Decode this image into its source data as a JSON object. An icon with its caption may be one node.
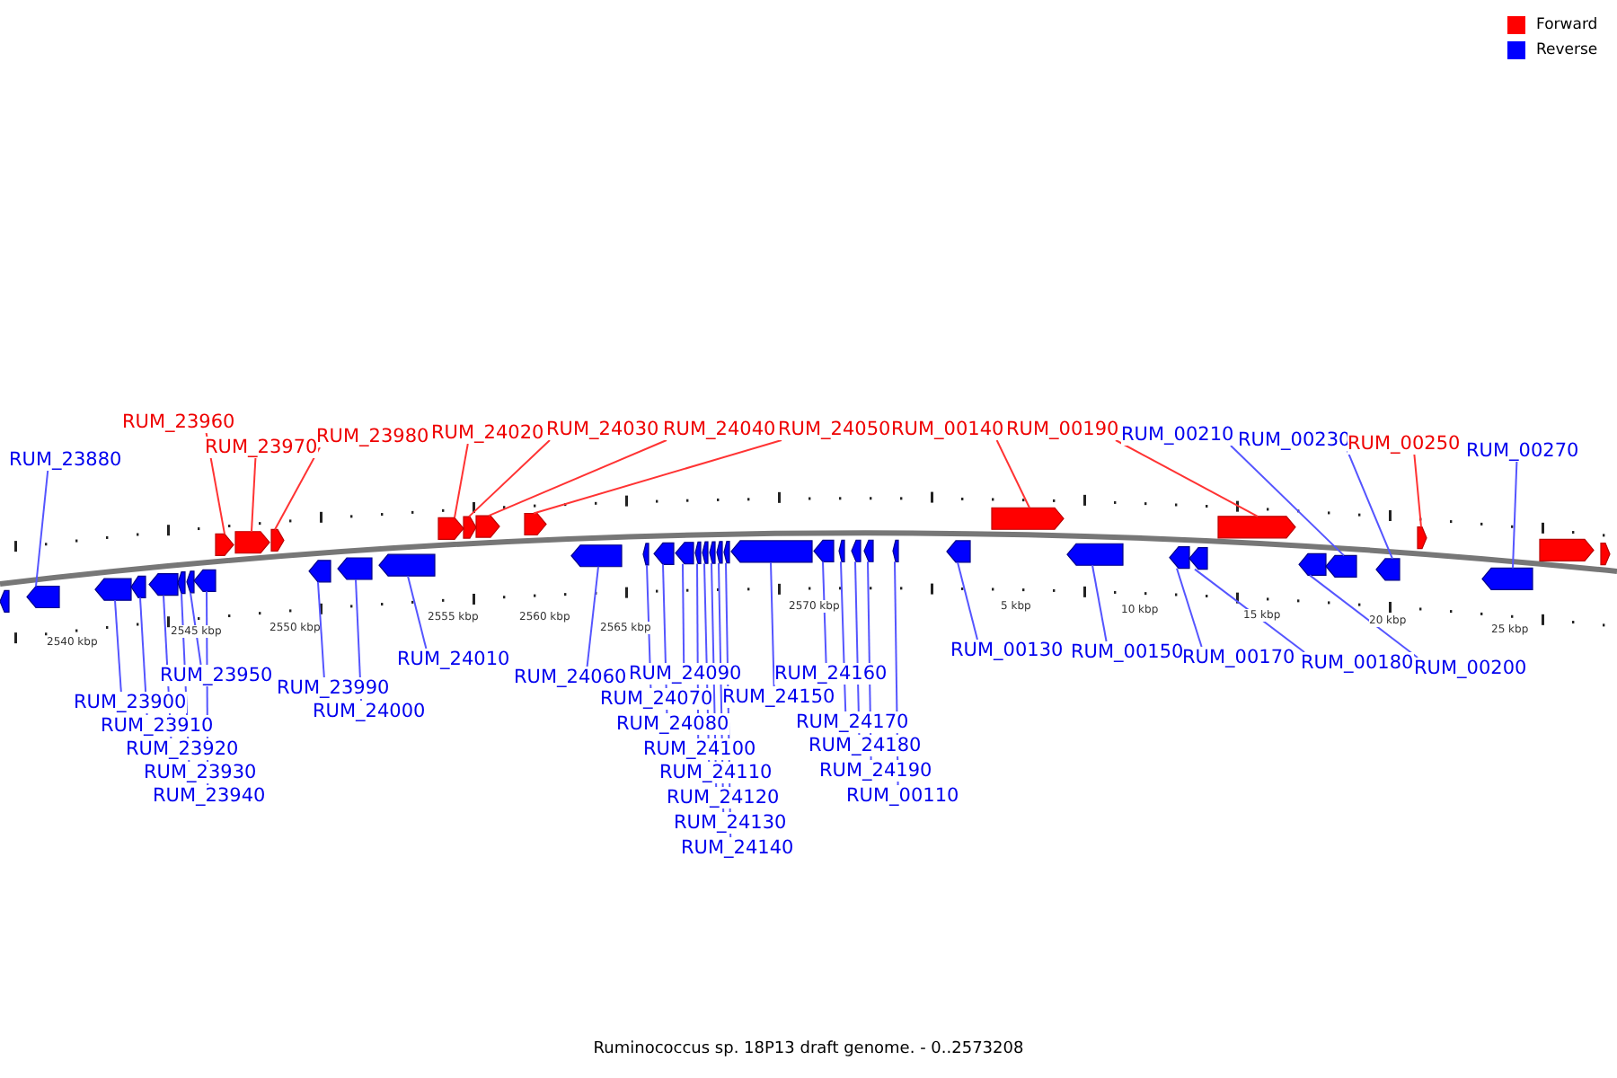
{
  "diagram": {
    "caption": "Ruminococcus sp. 18P13 draft genome. - 0..2573208",
    "nodes": [
      {
        "text": [
          "RUM_23880"
        ]
      },
      {
        "text": [
          "RUM_23960"
        ]
      },
      {
        "text": [
          "RUM_23970"
        ]
      },
      {
        "text": [
          "RUM_23980"
        ]
      },
      {
        "text": [
          "RUM_24020"
        ]
      },
      {
        "text": [
          "RUM_24030"
        ]
      },
      {
        "text": [
          "RUM_24040"
        ]
      },
      {
        "text": [
          "RUM_24050"
        ]
      },
      {
        "text": [
          "RUM_00140"
        ]
      },
      {
        "text": [
          "RUM_00190"
        ]
      },
      {
        "text": [
          "RUM_00210"
        ]
      },
      {
        "text": [
          "RUM_00230"
        ]
      },
      {
        "text": [
          "RUM_00250"
        ]
      },
      {
        "text": [
          "RUM_00270"
        ]
      },
      {
        "text": [
          "RUM_23900"
        ]
      },
      {
        "text": [
          "RUM_23910"
        ]
      },
      {
        "text": [
          "RUM_23920"
        ]
      },
      {
        "text": [
          "RUM_23930"
        ]
      },
      {
        "text": [
          "RUM_23940"
        ]
      },
      {
        "text": [
          "RUM_23950"
        ]
      },
      {
        "text": [
          "RUM_23990"
        ]
      },
      {
        "text": [
          "RUM_24000"
        ]
      },
      {
        "text": [
          "RUM_24010"
        ]
      },
      {
        "text": [
          "RUM_24060"
        ]
      },
      {
        "text": [
          "RUM_24070"
        ]
      },
      {
        "text": [
          "RUM_24080"
        ]
      },
      {
        "text": [
          "RUM_24090"
        ]
      },
      {
        "text": [
          "RUM_24100"
        ]
      },
      {
        "text": [
          "RUM_24110"
        ]
      },
      {
        "text": [
          "RUM_24120"
        ]
      },
      {
        "text": [
          "RUM_24130"
        ]
      },
      {
        "text": [
          "RUM_24140"
        ]
      },
      {
        "text": [
          "RUM_24150"
        ]
      },
      {
        "text": [
          "RUM_24160"
        ]
      },
      {
        "text": [
          "RUM_24170"
        ]
      },
      {
        "text": [
          "RUM_24180"
        ]
      },
      {
        "text": [
          "RUM_24190"
        ]
      },
      {
        "text": [
          "RUM_00110"
        ]
      },
      {
        "text": [
          "RUM_00130"
        ]
      },
      {
        "text": [
          "RUM_00150"
        ]
      },
      {
        "text": [
          "RUM_00170"
        ]
      },
      {
        "text": [
          "RUM_00180"
        ]
      },
      {
        "text": [
          "RUM_00200"
        ]
      },
      {
        "text": [],
        "shape": "box"
      },
      {
        "text": [],
        "shape": "box"
      },
      {
        "text": [],
        "shape": "box"
      },
      {
        "text": [],
        "shape": "box"
      },
      {
        "text": [],
        "shape": "box"
      },
      {
        "text": [],
        "shape": "box"
      },
      {
        "text": [],
        "shape": "box"
      },
      {
        "text": [],
        "shape": "box"
      },
      {
        "text": [],
        "shape": "box"
      },
      {
        "text": [],
        "shape": "box"
      },
      {
        "text": [],
        "shape": "box"
      },
      {
        "text": [],
        "shape": "box"
      },
      {
        "text": [],
        "shape": "box"
      },
      {
        "text": [],
        "shape": "box"
      },
      {
        "text": [],
        "shape": "box"
      },
      {
        "text": [],
        "shape": "box"
      },
      {
        "text": [],
        "shape": "box"
      },
      {
        "text": [],
        "shape": "box"
      },
      {
        "text": [],
        "shape": "box"
      },
      {
        "text": [],
        "shape": "box"
      },
      {
        "text": [],
        "shape": "box"
      },
      {
        "text": [],
        "shape": "box"
      },
      {
        "text": [],
        "shape": "box"
      },
      {
        "text": [],
        "shape": "box"
      },
      {
        "text": [],
        "shape": "box"
      },
      {
        "text": [],
        "shape": "box"
      },
      {
        "text": [],
        "shape": "box"
      },
      {
        "text": [],
        "shape": "box"
      },
      {
        "text": [],
        "shape": "box"
      },
      {
        "text": [],
        "shape": "box"
      },
      {
        "text": [],
        "shape": "box"
      },
      {
        "text": [],
        "shape": "box"
      },
      {
        "text": [],
        "shape": "box"
      },
      {
        "text": [],
        "shape": "box"
      },
      {
        "text": [],
        "shape": "box"
      },
      {
        "text": [],
        "shape": "box"
      },
      {
        "text": [],
        "shape": "box"
      },
      {
        "text": [],
        "shape": "box"
      },
      {
        "text": [],
        "shape": "box"
      },
      {
        "text": [],
        "shape": "box"
      },
      {
        "text": [],
        "shape": "box"
      },
      {
        "text": [],
        "shape": "box"
      },
      {
        "text": [],
        "shape": "box"
      },
      {
        "text": [],
        "shape": "box"
      },
      {
        "text": [],
        "shape": "box"
      },
      {
        "text": [],
        "shape": "box"
      }
    ],
    "edges": [
      {
        "from": 0,
        "to": 44,
        "arrow": "none"
      },
      {
        "from": 1,
        "to": 51,
        "arrow": "none",
        "color": "#ff3333"
      },
      {
        "from": 2,
        "to": 52,
        "arrow": "none",
        "color": "#ff3333"
      },
      {
        "from": 3,
        "to": 53,
        "arrow": "none",
        "color": "#ff3333"
      },
      {
        "from": 4,
        "to": 57,
        "arrow": "none",
        "color": "#ff3333"
      },
      {
        "from": 5,
        "to": 58,
        "arrow": "none",
        "color": "#ff3333"
      },
      {
        "from": 6,
        "to": 59,
        "arrow": "none",
        "color": "#ff3333"
      },
      {
        "from": 7,
        "to": 60,
        "arrow": "none",
        "color": "#ff3333"
      },
      {
        "from": 8,
        "to": 77,
        "arrow": "none",
        "color": "#ff3333"
      },
      {
        "from": 9,
        "to": 81,
        "arrow": "none",
        "color": "#ff3333"
      },
      {
        "from": 10,
        "to": 83,
        "arrow": "none"
      },
      {
        "from": 11,
        "to": 84,
        "arrow": "none"
      },
      {
        "from": 12,
        "to": 85,
        "arrow": "none",
        "color": "#ff3333"
      },
      {
        "from": 13,
        "to": 86,
        "arrow": "none"
      },
      {
        "from": 14,
        "to": 45,
        "arrow": "none"
      },
      {
        "from": 15,
        "to": 46,
        "arrow": "none"
      },
      {
        "from": 16,
        "to": 47,
        "arrow": "none"
      },
      {
        "from": 17,
        "to": 48,
        "arrow": "none"
      },
      {
        "from": 18,
        "to": 50,
        "arrow": "none"
      },
      {
        "from": 19,
        "to": 49,
        "arrow": "none"
      },
      {
        "from": 20,
        "to": 54,
        "arrow": "none"
      },
      {
        "from": 21,
        "to": 55,
        "arrow": "none"
      },
      {
        "from": 22,
        "to": 56,
        "arrow": "none"
      },
      {
        "from": 23,
        "to": 61,
        "arrow": "none"
      },
      {
        "from": 24,
        "to": 62,
        "arrow": "none"
      },
      {
        "from": 25,
        "to": 63,
        "arrow": "none"
      },
      {
        "from": 26,
        "to": 64,
        "arrow": "none"
      },
      {
        "from": 27,
        "to": 65,
        "arrow": "none"
      },
      {
        "from": 28,
        "to": 66,
        "arrow": "none"
      },
      {
        "from": 29,
        "to": 67,
        "arrow": "none"
      },
      {
        "from": 30,
        "to": 68,
        "arrow": "none"
      },
      {
        "from": 31,
        "to": 69,
        "arrow": "none"
      },
      {
        "from": 32,
        "to": 70,
        "arrow": "none"
      },
      {
        "from": 33,
        "to": 71,
        "arrow": "none"
      },
      {
        "from": 34,
        "to": 72,
        "arrow": "none"
      },
      {
        "from": 35,
        "to": 73,
        "arrow": "none"
      },
      {
        "from": 36,
        "to": 74,
        "arrow": "none"
      },
      {
        "from": 37,
        "to": 75,
        "arrow": "none"
      },
      {
        "from": 38,
        "to": 76,
        "arrow": "none"
      },
      {
        "from": 39,
        "to": 78,
        "arrow": "none"
      },
      {
        "from": 40,
        "to": 79,
        "arrow": "none"
      },
      {
        "from": 41,
        "to": 80,
        "arrow": "none"
      },
      {
        "from": 42,
        "to": 82,
        "arrow": "none"
      }
    ],
    "labels": [
      "2540 kbp",
      "2545 kbp",
      "2550 kbp",
      "2555 kbp",
      "2560 kbp",
      "2565 kbp",
      "2570 kbp",
      "5 kbp",
      "10 kbp",
      "15 kbp",
      "20 kbp",
      "25 kbp"
    ],
    "legend": [
      {
        "text": "Forward",
        "color": "#ff0000"
      },
      {
        "text": "Reverse",
        "color": "#0000ff"
      }
    ]
  }
}
